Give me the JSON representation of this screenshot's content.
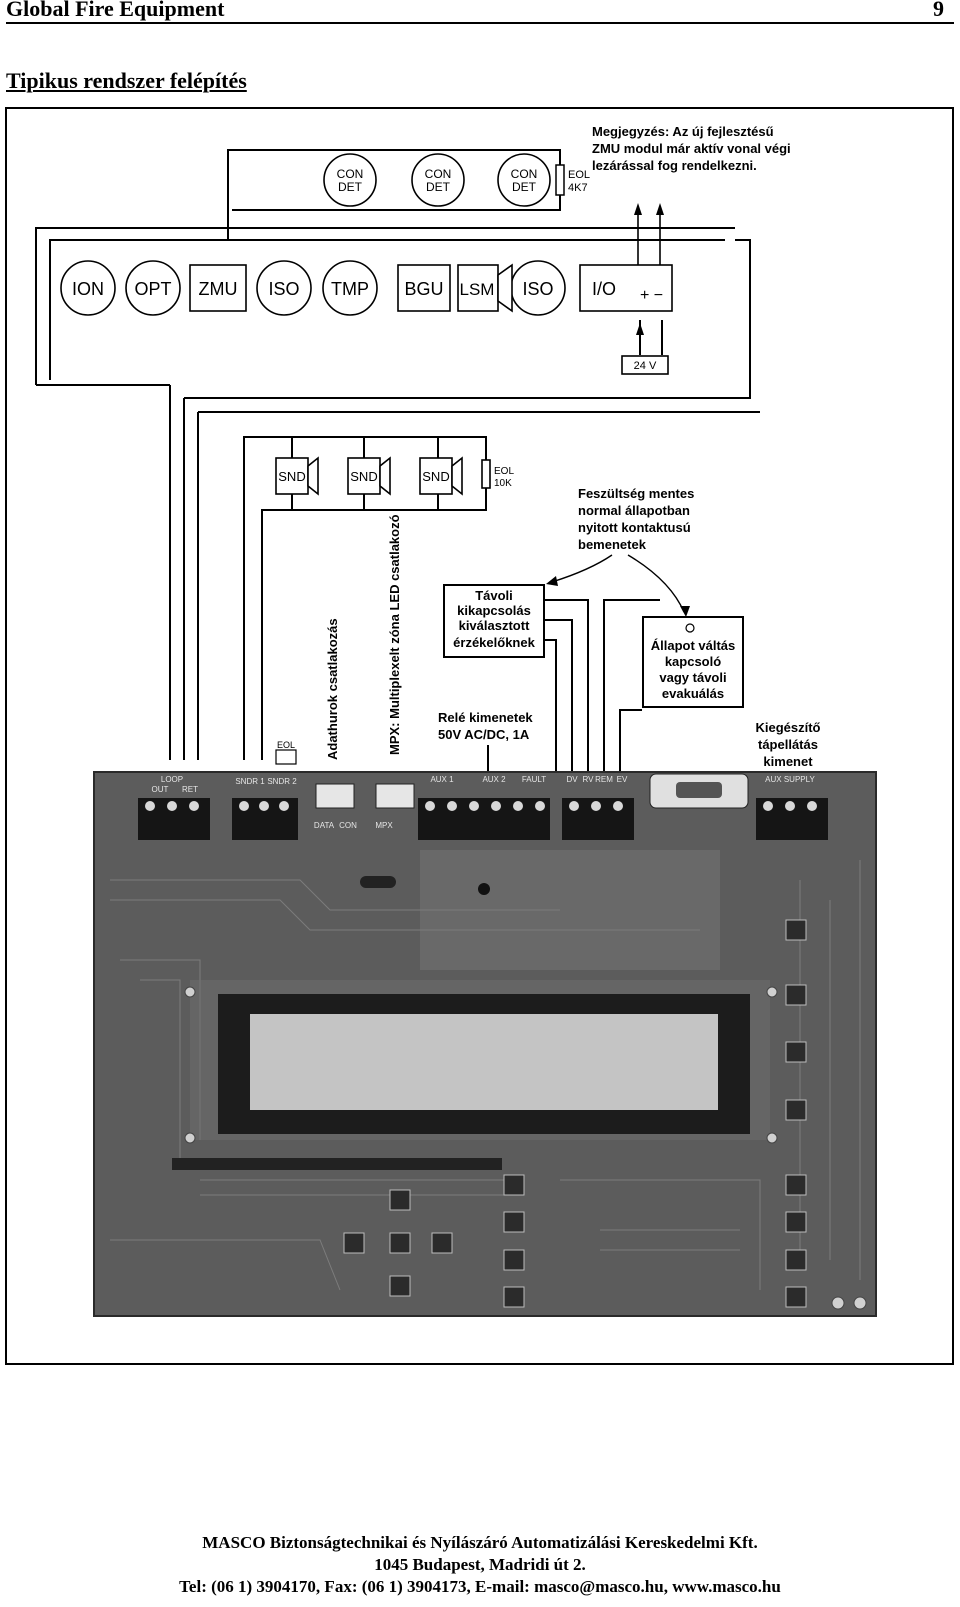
{
  "header": {
    "title": "Global Fire Equipment",
    "page_number": "9"
  },
  "section_title": "Tipikus rendszer felépítés",
  "diagram": {
    "note": [
      "Megjegyzés: Az új fejlesztésű",
      "ZMU modul már aktív vonal végi",
      "lezárással fog rendelkezni."
    ],
    "con_det_top": "CON",
    "con_det_bottom": "DET",
    "eol_4k7": [
      "EOL",
      "4K7"
    ],
    "loop_devices": [
      "ION",
      "OPT",
      "ZMU",
      "ISO",
      "TMP",
      "BGU",
      "LSM",
      "ISO",
      "I/O"
    ],
    "io_plus_minus": "+ −",
    "supply_24v": "24 V",
    "sounder": "SND",
    "eol_10k": [
      "EOL",
      "10K"
    ],
    "voltage_free_note": [
      "Feszültség mentes",
      "normal állapotban",
      "nyitott kontaktusú",
      "bemenetek"
    ],
    "remote_disable_box": [
      "Távoli",
      "kikapcsolás",
      "kiválasztott",
      "érzékelőknek"
    ],
    "status_change_box": [
      "Állapot váltás",
      "kapcsoló",
      "vagy távoli",
      "evakuálás"
    ],
    "relay_outputs": [
      "Relé kimenetek",
      "50V AC/DC, 1A"
    ],
    "aux_supply": [
      "Kiegészítő",
      "tápellátás",
      "kimenet"
    ],
    "data_loop_connection": "Adathurok csatlakozás",
    "mpx_connector": "MPX: Multiplexelt zóna LED csatlakozó",
    "eol_small": "EOL",
    "pcb_labels": [
      "LOOP",
      "OUT",
      "RET",
      "SNDR 1",
      "SNDR 2",
      "DATA",
      "CON",
      "MPX",
      "AUX 1",
      "AUX 2",
      "FAULT",
      "DV",
      "RV",
      "REM",
      "EV",
      "AUX SUPPLY"
    ]
  },
  "footer": {
    "line1": "MASCO Biztonságtechnikai és Nyílászáró Automatizálási Kereskedelmi Kft.",
    "line2": "1045 Budapest, Madridi út 2.",
    "line3": "Tel: (06 1) 3904170, Fax: (06 1) 3904173, E-mail: masco@masco.hu, www.masco.hu"
  }
}
